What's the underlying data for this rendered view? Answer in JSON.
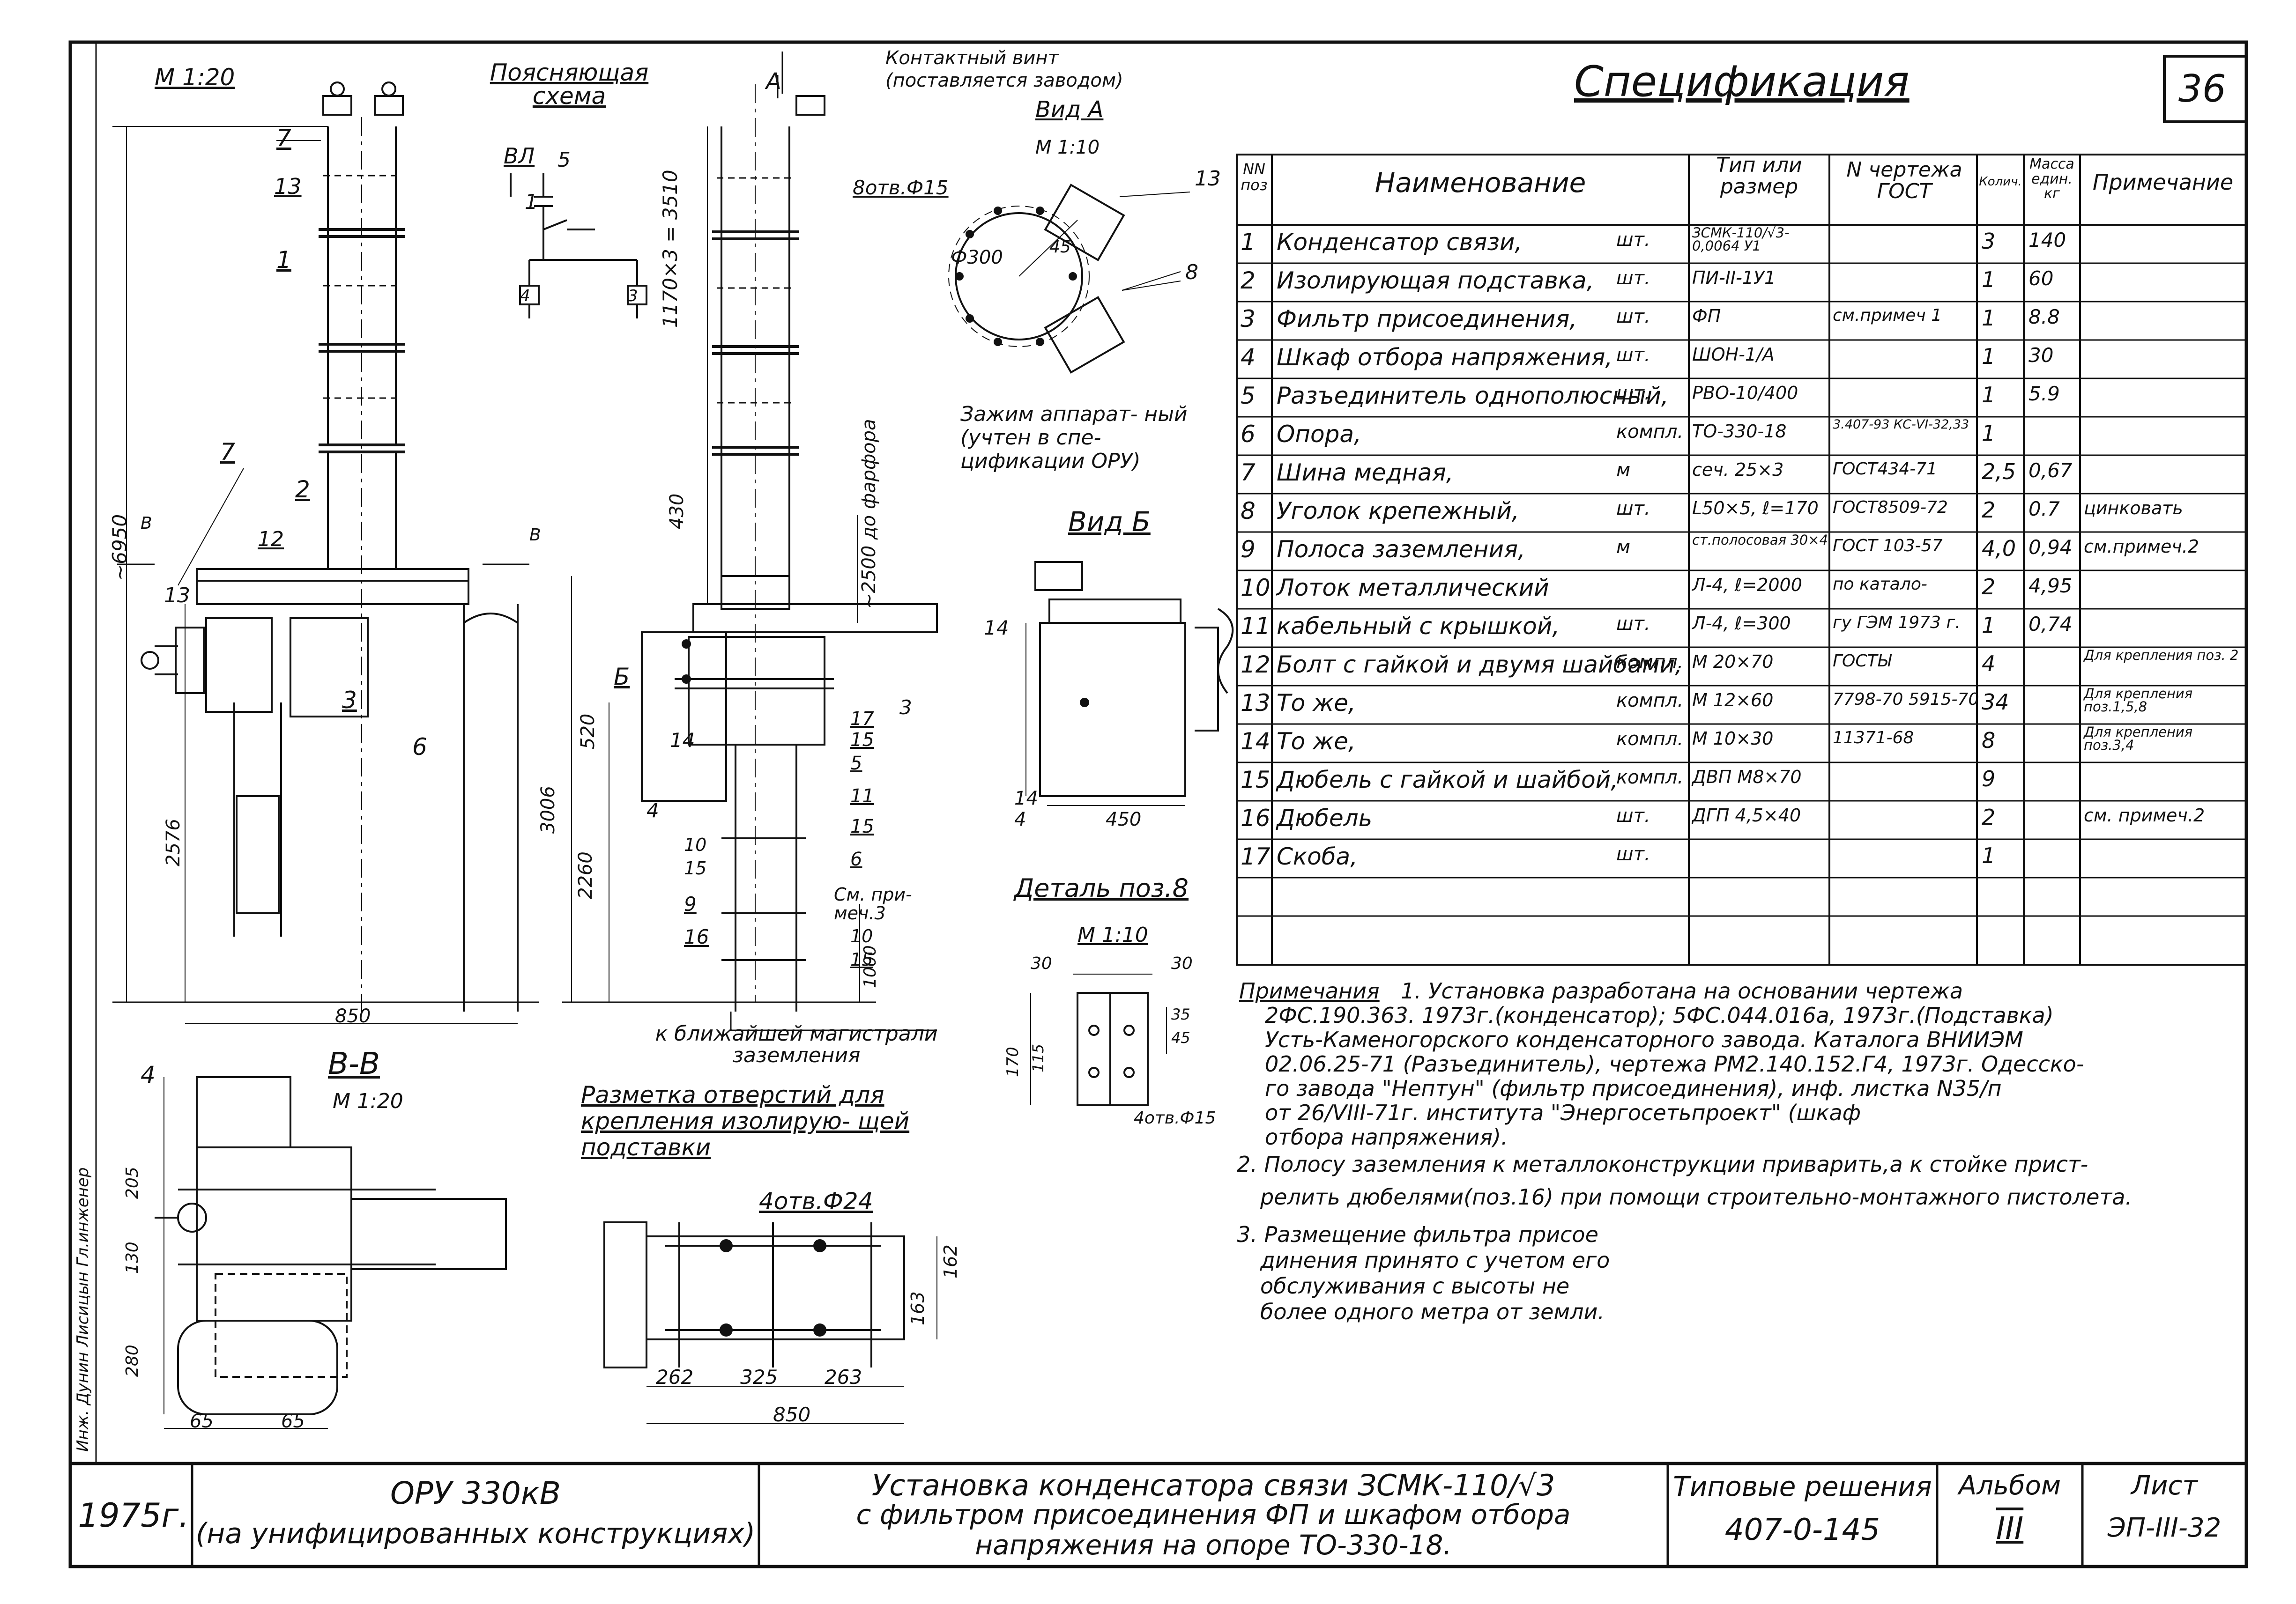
{
  "sheet_number": "36",
  "spec": {
    "title": "Спецификация",
    "headers": {
      "num": "NN поз",
      "name": "Наименование",
      "type": "Тип или размер",
      "drawing": "N чертежа ГОСТ",
      "qty": "Колич.",
      "mass": "Масса един. кг",
      "note": "Примечание"
    },
    "rows": [
      {
        "num": "1",
        "name": "Конденсатор связи,",
        "unit": "шт.",
        "type": "ЗСМК-110/√3-0,0064 У1",
        "drawing": "",
        "qty": "3",
        "mass": "140",
        "note": ""
      },
      {
        "num": "2",
        "name": "Изолирующая подставка,",
        "unit": "шт.",
        "type": "ПИ-II-1У1",
        "drawing": "",
        "qty": "1",
        "mass": "60",
        "note": ""
      },
      {
        "num": "3",
        "name": "Фильтр присоединения,",
        "unit": "шт.",
        "type": "ФП",
        "drawing": "см.примеч 1",
        "qty": "1",
        "mass": "8.8",
        "note": ""
      },
      {
        "num": "4",
        "name": "Шкаф отбора напряжения,",
        "unit": "шт.",
        "type": "ШОН-1/А",
        "drawing": "",
        "qty": "1",
        "mass": "30",
        "note": ""
      },
      {
        "num": "5",
        "name": "Разъединитель однополюсный,",
        "unit": "шт.",
        "type": "РВО-10/400",
        "drawing": "",
        "qty": "1",
        "mass": "5.9",
        "note": ""
      },
      {
        "num": "6",
        "name": "Опора,",
        "unit": "компл.",
        "type": "ТО-330-18",
        "drawing": "3.407-93 КС-VI-32,33",
        "qty": "1",
        "mass": "",
        "note": ""
      },
      {
        "num": "7",
        "name": "Шина медная,",
        "unit": "м",
        "type": "сеч. 25×3",
        "drawing": "ГОСТ434-71",
        "qty": "2,5",
        "mass": "0,67",
        "note": ""
      },
      {
        "num": "8",
        "name": "Уголок крепежный,",
        "unit": "шт.",
        "type": "L50×5, ℓ=170",
        "drawing": "ГОСТ8509-72",
        "qty": "2",
        "mass": "0.7",
        "note": "цинковать"
      },
      {
        "num": "9",
        "name": "Полоса заземления,",
        "unit": "м",
        "type": "ст.полосовая 30×4",
        "drawing": "ГОСТ 103-57",
        "qty": "4,0",
        "mass": "0,94",
        "note": "см.примеч.2"
      },
      {
        "num": "10",
        "name": "Лоток металлический",
        "unit": "",
        "type": "Л-4, ℓ=2000",
        "drawing": "по катало-",
        "qty": "2",
        "mass": "4,95",
        "note": ""
      },
      {
        "num": "11",
        "name": "кабельный с крышкой,",
        "unit": "шт.",
        "type": "Л-4, ℓ=300",
        "drawing": "гу ГЭМ 1973 г.",
        "qty": "1",
        "mass": "0,74",
        "note": ""
      },
      {
        "num": "12",
        "name": "Болт с гайкой и двумя шайбами,",
        "unit": "компл.",
        "type": "М 20×70",
        "drawing": "ГОСТЫ",
        "qty": "4",
        "mass": "",
        "note": "Для крепления поз. 2"
      },
      {
        "num": "13",
        "name": "То же,",
        "unit": "компл.",
        "type": "М 12×60",
        "drawing": "7798-70 5915-70",
        "qty": "34",
        "mass": "",
        "note": "Для крепления поз.1,5,8"
      },
      {
        "num": "14",
        "name": "То же,",
        "unit": "компл.",
        "type": "М 10×30",
        "drawing": "11371-68",
        "qty": "8",
        "mass": "",
        "note": "Для крепления поз.3,4"
      },
      {
        "num": "15",
        "name": "Дюбель с гайкой и шайбой,",
        "unit": "компл.",
        "type": "ДВП М8×70",
        "drawing": "",
        "qty": "9",
        "mass": "",
        "note": ""
      },
      {
        "num": "16",
        "name": "Дюбель",
        "unit": "шт.",
        "type": "ДГП 4,5×40",
        "drawing": "",
        "qty": "2",
        "mass": "",
        "note": "см. примеч.2"
      },
      {
        "num": "17",
        "name": "Скоба,",
        "unit": "шт.",
        "type": "",
        "drawing": "",
        "qty": "1",
        "mass": "",
        "note": ""
      }
    ]
  },
  "notes": {
    "heading": "Примечания",
    "lines": [
      "1. Установка разработана на основании чертежа",
      "2ФС.190.363. 1973г.(конденсатор); 5ФС.044.016а, 1973г.(Подставка)",
      "Усть-Каменогорского конденсаторного завода. Каталога ВНИИЭМ",
      "02.06.25-71 (Разъединитель), чертежа РМ2.140.152.Г4, 1973г. Одесско-",
      "го завода \"Нептун\" (фильтр присоединения), инф. листка N35/п",
      "от 26/VIII-71г. института \"Энергосетьпроект\" (шкаф",
      "отбора напряжения).",
      "2. Полосу заземления к металлоконструкции приварить,а к стойке прист-",
      "релить дюбелями(поз.16) при помощи строительно-монтажного пистолета.",
      "3. Размещение фильтра присое",
      "динения принято с учетом его",
      "обслуживания с высоты не",
      "более одного метра от земли."
    ]
  },
  "title_block": {
    "year": "1975г.",
    "object_line1": "ОРУ 330кВ",
    "object_line2": "(на унифицированных конструкциях)",
    "title_line1": "Установка конденсатора связи ЗСМК-110/√3",
    "title_line2": "с фильтром присоединения ФП и шкафом отбора",
    "title_line3": "напряжения на опоре ТО-330-18.",
    "series_label": "Типовые решения",
    "series_value": "407-0-145",
    "album_label": "Альбом",
    "album_value": "III",
    "sheet_label": "Лист",
    "sheet_value": "ЭП-III-32"
  },
  "drawing_labels": {
    "scale_main": "М 1:20",
    "explain_title": "Поясняющая схема",
    "vl": "ВЛ",
    "contact_screw": "Контактный винт (поставляется заводом)",
    "view_a_title": "Вид А",
    "view_a_scale": "М 1:10",
    "holes_8": "8отв.Ф15",
    "phi300": "Ф300",
    "d45": "45",
    "clamp_note": "Зажим аппарат- ный (учтен в спе- цификации ОРУ)",
    "view_b_title": "Вид Б",
    "detail8_title": "Деталь поз.8",
    "detail8_scale": "М 1:10",
    "holes_4_15": "4отв.Ф15",
    "to_ground": "к ближайшей магистрали заземления",
    "section_vv": "В-В",
    "section_vv_scale": "М 1:20",
    "marking_title": "Разметка отверстий для крепления изолирую- щей подставки",
    "holes_4_24": "4отв.Ф24",
    "see_note3": "См. при- меч.3",
    "dim_1170": "1170×3 = 3510",
    "dim_6950": "~6950",
    "dim_430": "430",
    "dim_2500": "~2500 до фарфора",
    "dim_520": "520",
    "dim_3006": "3006",
    "dim_2260": "2260",
    "dim_2576": "2576",
    "dim_850": "850",
    "dim_1000": "1000",
    "dim_450": "450",
    "dim_262": "262",
    "dim_325": "325",
    "dim_263": "263",
    "dim_162": "162",
    "dim_163": "163",
    "dim_65a": "65",
    "dim_65b": "65",
    "dim_205": "205",
    "dim_130": "130",
    "dim_280": "280",
    "dim_30a": "30",
    "dim_30b": "30",
    "dim_170": "170",
    "dim_115": "115",
    "dim_35": "35",
    "dim_45": "45",
    "left_margin_text": "Инж. Дунин Лисицын Гл.инженер"
  },
  "positions": {
    "p1": "1",
    "p2": "2",
    "p3": "3",
    "p4": "4",
    "p5": "5",
    "p6": "6",
    "p7": "7",
    "p8": "8",
    "p9": "9",
    "p10": "10",
    "p11": "11",
    "p12": "12",
    "p13": "13",
    "p14": "14",
    "p15": "15",
    "p16": "16",
    "p17": "17",
    "A": "А",
    "B": "Б",
    "V": "В"
  }
}
